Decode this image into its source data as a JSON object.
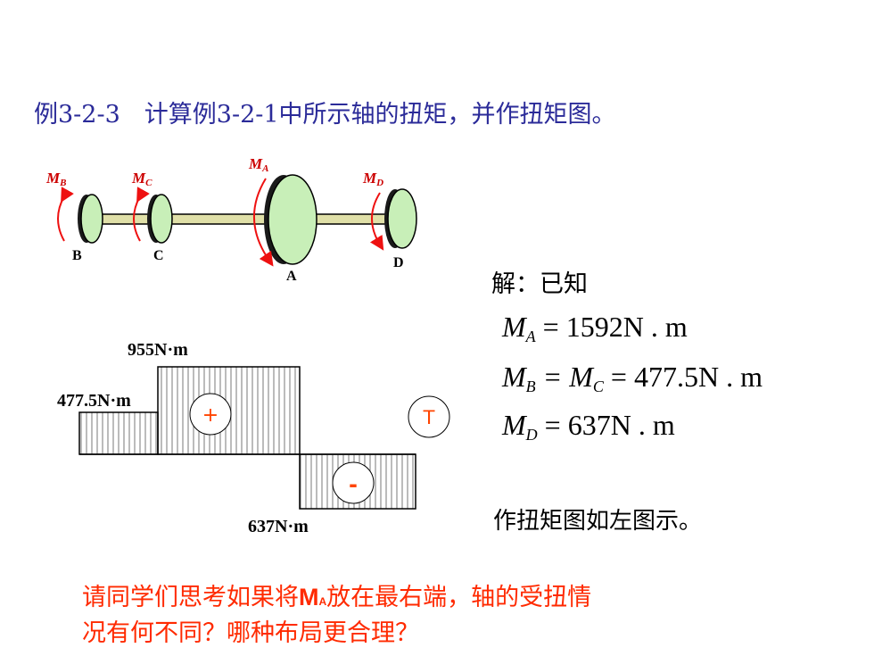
{
  "title": "例3-2-3　计算例3-2-1中所示轴的扭矩，并作扭矩图。",
  "shaft": {
    "moments": {
      "mb": "M",
      "mb_sub": "B",
      "mc": "M",
      "mc_sub": "C",
      "ma": "M",
      "ma_sub": "A",
      "md": "M",
      "md_sub": "D"
    },
    "points": {
      "b": "B",
      "c": "C",
      "a": "A",
      "d": "D"
    },
    "colors": {
      "disk": "#c8efb8",
      "shaft": "#e0e0a8",
      "arrow": "#ee1111",
      "edge": "#000000"
    }
  },
  "torque_diagram": {
    "label_955": "955N·m",
    "label_4775": "477.5N·m",
    "label_637": "637N·m",
    "sign_positive": "+",
    "sign_negative": "-",
    "symbol": "T",
    "segments": [
      {
        "span": "B–C",
        "torque": 477.5
      },
      {
        "span": "C–A",
        "torque": 955
      },
      {
        "span": "A–D",
        "torque": -637
      }
    ]
  },
  "solution": {
    "heading": "解：已知",
    "eq1": {
      "lhs": "M",
      "lhs_sub": "A",
      "rhs": "= 1592N . m"
    },
    "eq2": {
      "lhs": "M",
      "lhs_sub": "B",
      "mid": " = M",
      "mid_sub": "C",
      "rhs": " = 477.5N . m"
    },
    "eq3": {
      "lhs": "M",
      "lhs_sub": "D",
      "rhs": "= 637N . m"
    },
    "conclusion": "作扭矩图如左图示。"
  },
  "question": {
    "part1": "请同学们思考如果将",
    "symbol": "M",
    "symbol_sub": "A",
    "part2": "放在最右端，轴的受扭情",
    "line2": "况有何不同？哪种布局更合理？"
  }
}
